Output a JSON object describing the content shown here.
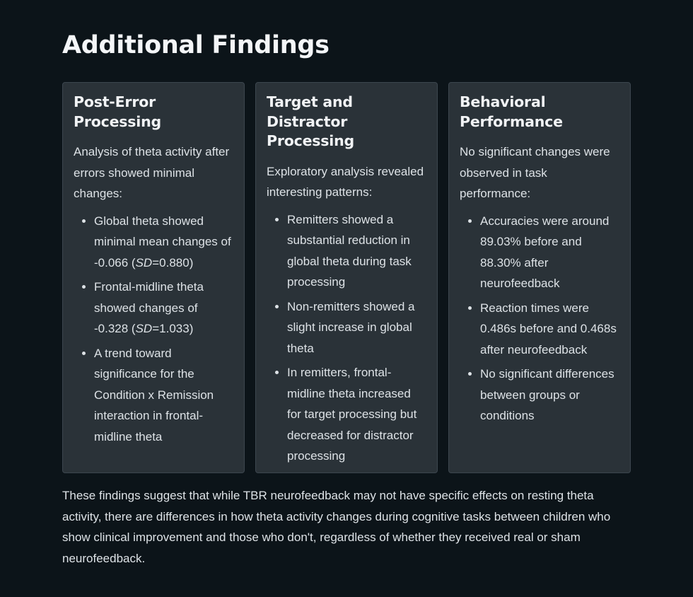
{
  "title": "Additional Findings",
  "cards": [
    {
      "title": "Post-Error Processing",
      "intro": "Analysis of theta activity after errors showed minimal changes:",
      "items": [
        {
          "pre": "Global theta showed minimal mean changes of -0.066 (",
          "stat": "SD",
          "post": "=0.880)"
        },
        {
          "pre": "Frontal-midline theta showed changes of -0.328 (",
          "stat": "SD",
          "post": "=1.033)"
        },
        {
          "text": "A trend toward significance for the Condition x Remission interaction in frontal-midline theta"
        }
      ]
    },
    {
      "title": "Target and Distractor Processing",
      "intro": "Exploratory analysis revealed interesting patterns:",
      "items": [
        {
          "text": "Remitters showed a substantial reduction in global theta during task processing"
        },
        {
          "text": "Non-remitters showed a slight increase in global theta"
        },
        {
          "text": "In remitters, frontal-midline theta increased for target processing but decreased for distractor processing"
        }
      ]
    },
    {
      "title": "Behavioral Performance",
      "intro": "No significant changes were observed in task performance:",
      "items": [
        {
          "text": "Accuracies were around 89.03% before and 88.30% after neurofeedback"
        },
        {
          "text": "Reaction times were 0.486s before and 0.468s after neurofeedback"
        },
        {
          "text": "No significant differences between groups or conditions"
        }
      ]
    }
  ],
  "conclusion": "These findings suggest that while TBR neurofeedback may not have specific effects on resting theta activity, there are differences in how theta activity changes during cognitive tasks between children who show clinical improvement and those who don't, regardless of whether they received real or sham neurofeedback."
}
